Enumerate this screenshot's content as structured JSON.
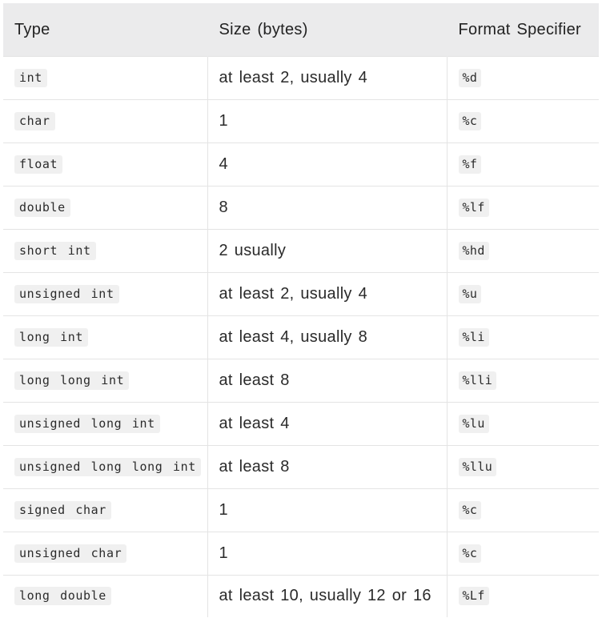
{
  "table": {
    "headers": [
      "Type",
      "Size (bytes)",
      "Format Specifier"
    ],
    "rows": [
      {
        "type": "int",
        "size": "at least 2, usually 4",
        "format": "%d"
      },
      {
        "type": "char",
        "size": "1",
        "format": "%c"
      },
      {
        "type": "float",
        "size": "4",
        "format": "%f"
      },
      {
        "type": "double",
        "size": "8",
        "format": "%lf"
      },
      {
        "type": "short int",
        "size": "2 usually",
        "format": "%hd"
      },
      {
        "type": "unsigned int",
        "size": "at least 2, usually 4",
        "format": "%u"
      },
      {
        "type": "long int",
        "size": "at least 4, usually 8",
        "format": "%li"
      },
      {
        "type": "long long int",
        "size": "at least 8",
        "format": "%lli"
      },
      {
        "type": "unsigned long int",
        "size": "at least 4",
        "format": "%lu"
      },
      {
        "type": "unsigned long long int",
        "size": "at least 8",
        "format": "%llu"
      },
      {
        "type": "signed char",
        "size": "1",
        "format": "%c"
      },
      {
        "type": "unsigned char",
        "size": "1",
        "format": "%c"
      },
      {
        "type": "long double",
        "size": "at least 10, usually 12 or 16",
        "format": "%Lf"
      }
    ]
  },
  "colors": {
    "header_bg": "#ebebec",
    "code_bg": "#f0f0f0",
    "border": "#e4e4e4",
    "text": "#2a2a2a"
  }
}
